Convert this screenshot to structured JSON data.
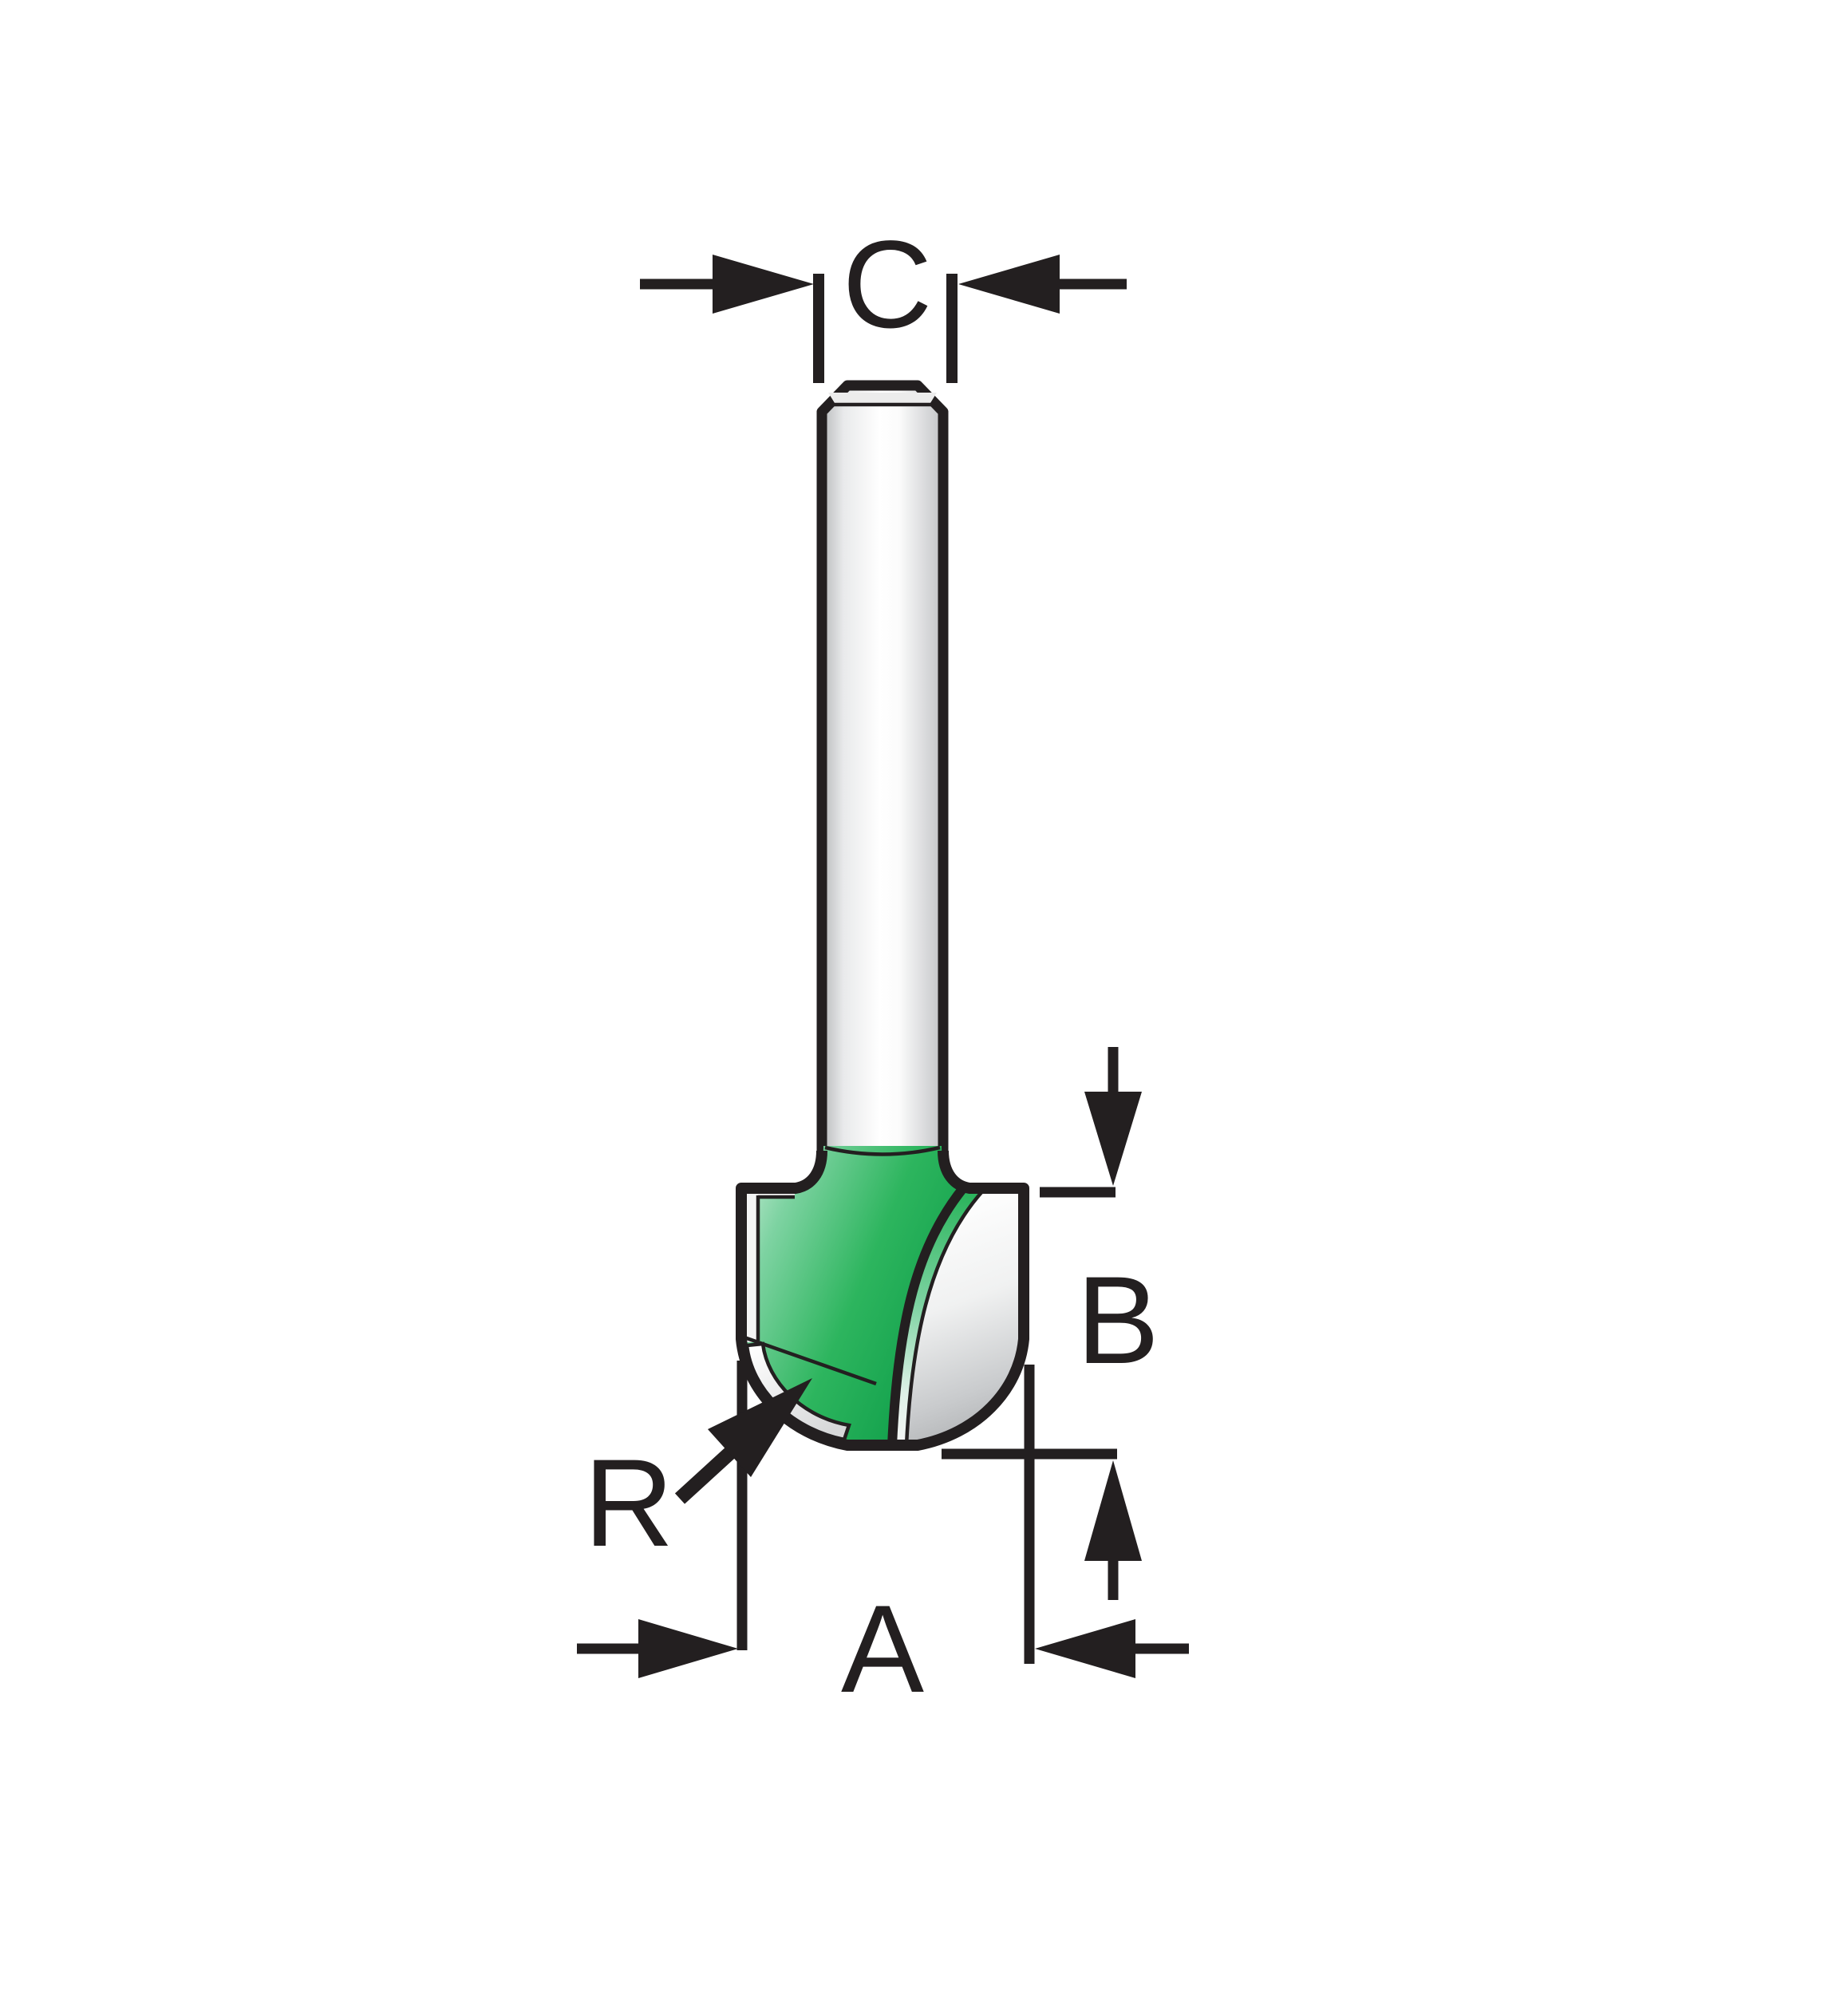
{
  "figure": {
    "labels": {
      "c": "C",
      "b": "B",
      "r": "R",
      "a": "A"
    }
  },
  "colors": {
    "ink": "#231f20",
    "background": "#ffffff",
    "green_light": "#cdeeda",
    "green_mid": "#2db55e",
    "green_dark": "#0b9746",
    "steel_light": "#ffffff",
    "steel_dark": "#a8aaac",
    "shank_light": "#ffffff",
    "shank_dark": "#b7b9bb"
  }
}
